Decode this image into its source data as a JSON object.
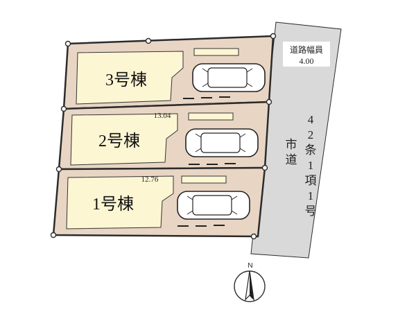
{
  "colors": {
    "lot_fill": "#e8d5c4",
    "house_fill": "#fdf6d3",
    "road_fill": "#d9d9d9",
    "line": "#2b2b2b"
  },
  "road": {
    "label_width_title": "道路幅員",
    "label_width_value": "4.00",
    "type_label": "42条1項1号",
    "kind_label": "市道"
  },
  "lots": [
    {
      "name": "3号棟",
      "dimension": ""
    },
    {
      "name": "2号棟",
      "dimension": "13.04"
    },
    {
      "name": "1号棟",
      "dimension": "12.76"
    }
  ],
  "compass": {
    "label": "N",
    "icon": "north-arrow-icon"
  }
}
